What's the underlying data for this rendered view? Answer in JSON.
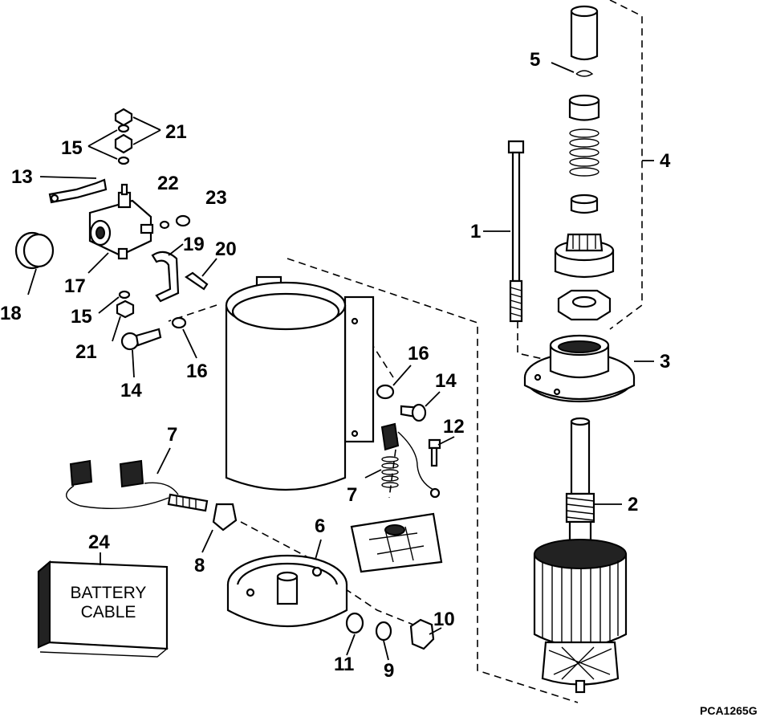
{
  "diagram": {
    "callouts": {
      "c1": "1",
      "c2": "2",
      "c3": "3",
      "c4": "4",
      "c5": "5",
      "c6": "6",
      "c7a": "7",
      "c7b": "7",
      "c8": "8",
      "c9": "9",
      "c10": "10",
      "c11": "11",
      "c12": "12",
      "c13": "13",
      "c14a": "14",
      "c14b": "14",
      "c15a": "15",
      "c15b": "15",
      "c16a": "16",
      "c16b": "16",
      "c17": "17",
      "c18": "18",
      "c19": "19",
      "c20": "20",
      "c21a": "21",
      "c21b": "21",
      "c22": "22",
      "c23": "23",
      "c24": "24"
    },
    "battery_cable_box": {
      "line1": "BATTERY",
      "line2": "CABLE"
    },
    "figure_code": "PCA1265G"
  }
}
